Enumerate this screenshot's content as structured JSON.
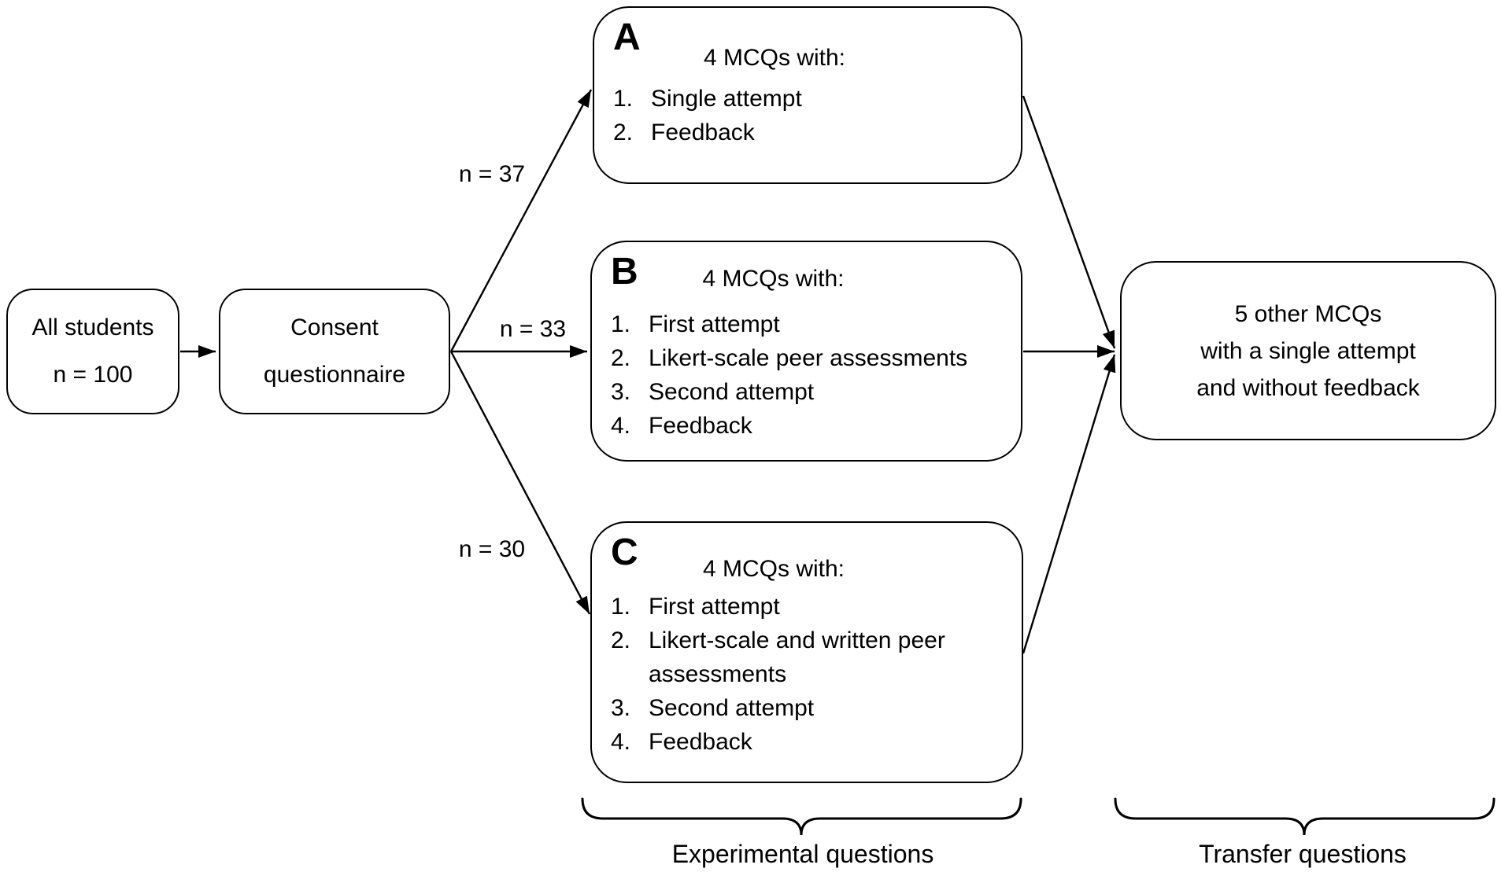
{
  "diagram": {
    "nodes": {
      "all_students": {
        "lines": [
          "All students",
          "n = 100"
        ]
      },
      "consent": {
        "lines": [
          "Consent",
          "questionnaire"
        ]
      },
      "group_a": {
        "letter": "A",
        "title": "4 MCQs with:",
        "items": [
          {
            "num": "1.",
            "text": "Single attempt"
          },
          {
            "num": "2.",
            "text": "Feedback"
          }
        ]
      },
      "group_b": {
        "letter": "B",
        "title": "4 MCQs with:",
        "items": [
          {
            "num": "1.",
            "text": "First attempt"
          },
          {
            "num": "2.",
            "text": "Likert-scale peer assessments"
          },
          {
            "num": "3.",
            "text": "Second attempt"
          },
          {
            "num": "4.",
            "text": "Feedback"
          }
        ]
      },
      "group_c": {
        "letter": "C",
        "title": "4 MCQs with:",
        "items": [
          {
            "num": "1.",
            "text": "First attempt"
          },
          {
            "num": "2.",
            "text": "Likert-scale and written peer assessments"
          },
          {
            "num": "3.",
            "text": "Second attempt"
          },
          {
            "num": "4.",
            "text": "Feedback"
          }
        ]
      },
      "transfer": {
        "lines": [
          "5 other MCQs",
          "with a single attempt",
          "and without feedback"
        ]
      }
    },
    "edge_labels": {
      "to_a": "n = 37",
      "to_b": "n = 33",
      "to_c": "n = 30"
    },
    "captions": {
      "experimental": "Experimental questions",
      "transfer": "Transfer questions"
    },
    "colors": {
      "stroke": "#000000",
      "text": "#000000",
      "background": "#ffffff"
    }
  }
}
